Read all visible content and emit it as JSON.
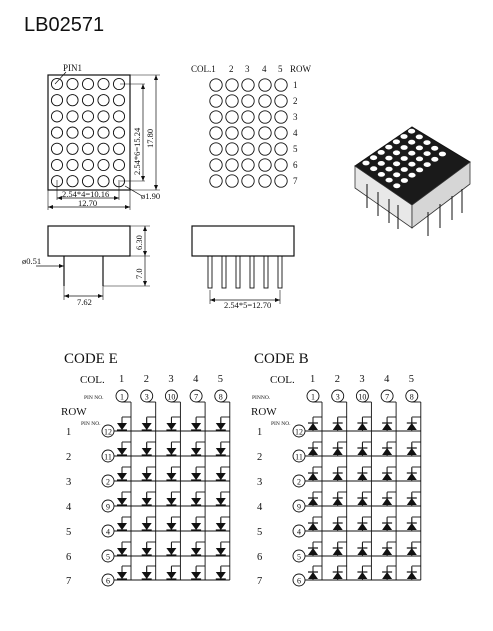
{
  "title": "LB02571",
  "front_view": {
    "pin1_label": "PIN1",
    "pitch_h_label": "2.54*4=10.16",
    "width_label": "12.70",
    "pitch_v_label": "2.54*6=15.24",
    "height_label": "17.80",
    "dot_dia_label": "ø1.90"
  },
  "side_view": {
    "pin_dia_label": "ø0.51",
    "span_label": "7.62",
    "body_height_label": "6.30",
    "pin_length_label": "7.0"
  },
  "end_view": {
    "pin_span_label": "2.54*5=12.70"
  },
  "matrix_view": {
    "col_heading": "COL.1",
    "col_labels": [
      "2",
      "3",
      "4",
      "5"
    ],
    "row_heading": "ROW",
    "row_labels": [
      "1",
      "2",
      "3",
      "4",
      "5",
      "6",
      "7"
    ]
  },
  "schematics": [
    {
      "code": "CODE E",
      "col_heading": "COL.",
      "pin_no_top_label": "PIN NO.",
      "row_heading": "ROW",
      "pin_no_side_label": "PIN NO.",
      "col_numbers": [
        "1",
        "2",
        "3",
        "4",
        "5"
      ],
      "col_pins": [
        "1",
        "3",
        "10",
        "7",
        "8"
      ],
      "row_numbers": [
        "1",
        "2",
        "3",
        "4",
        "5",
        "6",
        "7"
      ],
      "row_pins": [
        "12",
        "11",
        "2",
        "9",
        "4",
        "5",
        "6"
      ],
      "diode_direction": "down"
    },
    {
      "code": "CODE B",
      "col_heading": "COL.",
      "pin_no_top_label": "PINNO.",
      "row_heading": "ROW",
      "pin_no_side_label": "PIN NO.",
      "col_numbers": [
        "1",
        "2",
        "3",
        "4",
        "5"
      ],
      "col_pins": [
        "1",
        "3",
        "10",
        "7",
        "8"
      ],
      "row_numbers": [
        "1",
        "2",
        "3",
        "4",
        "5",
        "6",
        "7"
      ],
      "row_pins": [
        "12",
        "11",
        "2",
        "9",
        "4",
        "5",
        "6"
      ],
      "diode_direction": "up"
    }
  ]
}
